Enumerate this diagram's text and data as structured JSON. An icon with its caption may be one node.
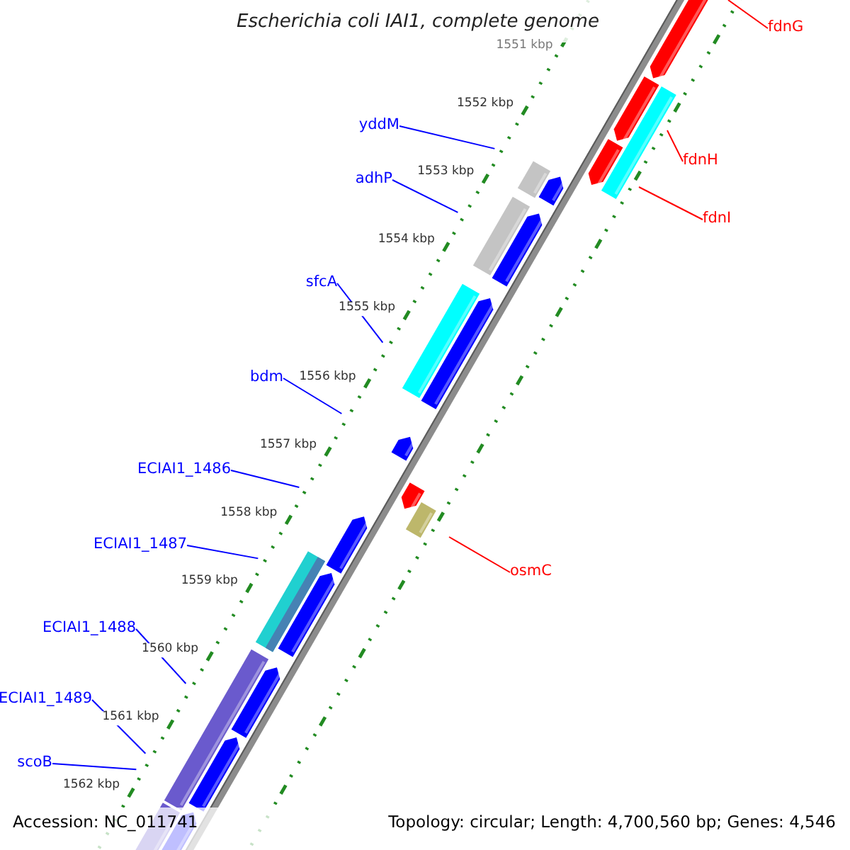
{
  "diagram": {
    "title": "Escherichia coli IAI1, complete genome",
    "nodes": [
      {
        "text": [
          "fdnG"
        ]
      },
      {
        "text": [
          "yddM"
        ]
      },
      {
        "text": [
          "fdnH"
        ]
      },
      {
        "text": [
          "adhP"
        ]
      },
      {
        "text": [
          "fdnI"
        ]
      },
      {
        "text": [
          "sfcA"
        ]
      },
      {
        "text": [
          "bdm"
        ]
      },
      {
        "text": [
          "ECIAI1_1486"
        ]
      },
      {
        "text": [
          "ECIAI1_1487"
        ]
      },
      {
        "text": [
          "osmC"
        ]
      },
      {
        "text": [
          "ECIAI1_1488"
        ]
      },
      {
        "text": [
          "ECIAI1_1489"
        ]
      },
      {
        "text": [
          "scoB"
        ]
      }
    ],
    "edges": [
      {
        "from": 0,
        "to": null,
        "arrow": "none",
        "color": "#ff0000"
      },
      {
        "from": 1,
        "to": null,
        "arrow": "none"
      },
      {
        "from": 2,
        "to": null,
        "arrow": "none",
        "color": "#ff0000"
      },
      {
        "from": 3,
        "to": null,
        "arrow": "none"
      },
      {
        "from": 4,
        "to": null,
        "arrow": "none",
        "color": "#ff0000"
      },
      {
        "from": 5,
        "to": null,
        "arrow": "none"
      },
      {
        "from": 6,
        "to": null,
        "arrow": "none"
      },
      {
        "from": 7,
        "to": null,
        "arrow": "none"
      },
      {
        "from": 8,
        "to": null,
        "arrow": "none"
      },
      {
        "from": 9,
        "to": null,
        "arrow": "none",
        "color": "#ff0000"
      },
      {
        "from": 10,
        "to": null,
        "arrow": "none"
      },
      {
        "from": 11,
        "to": null,
        "arrow": "none"
      },
      {
        "from": 12,
        "to": null,
        "arrow": "none"
      }
    ],
    "labels": [
      "1551 kbp",
      "1552 kbp",
      "1553 kbp",
      "1554 kbp",
      "1555 kbp",
      "1556 kbp",
      "1557 kbp",
      "1558 kbp",
      "1559 kbp",
      "1560 kbp",
      "1561 kbp",
      "1562 kbp",
      "Accession: NC_011741",
      "Topology: circular; Length: 4,700,560 bp; Genes: 4,546"
    ]
  }
}
